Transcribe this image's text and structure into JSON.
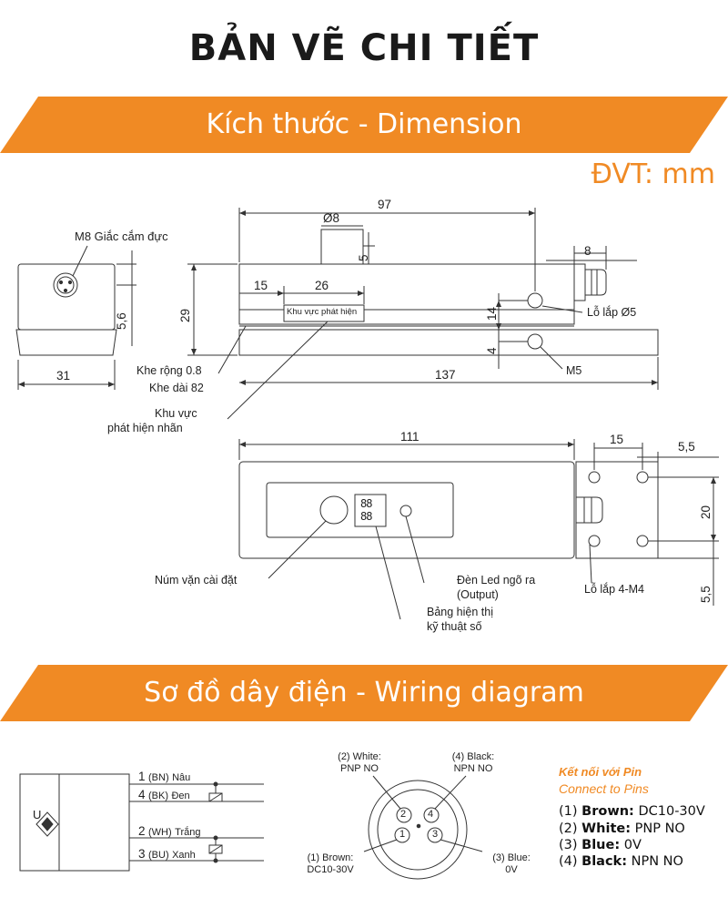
{
  "header": {
    "title": "BẢN VẼ CHI TIẾT"
  },
  "sections": {
    "dimension": "Kích thước - Dimension",
    "wiring": "Sơ đồ dây điện - Wiring diagram"
  },
  "unit_label": "ĐVT: mm",
  "colors": {
    "accent": "#f08a24",
    "line": "#333333"
  },
  "side_view": {
    "connector_label": "M8 Giắc cắm đực",
    "dim_width": "31",
    "dim_height": "5,6"
  },
  "front_view": {
    "dim_97": "97",
    "dim_d8": "Ø8",
    "dim_5": "5",
    "dim_8": "8",
    "dim_29": "29",
    "dim_15": "15",
    "dim_26": "26",
    "dim_14": "14",
    "dim_4": "4",
    "dim_137": "137",
    "detect_box": "Khu vực phát hiện",
    "hole_d5": "Lỗ lắp Ø5",
    "hole_m5": "M5",
    "slot_width": "Khe rộng 0.8",
    "slot_length": "Khe dài 82",
    "label_zone_1": "Khu vực",
    "label_zone_2": "phát hiện nhãn"
  },
  "top_view": {
    "dim_111": "111",
    "dim_15": "15",
    "dim_5_5_top": "5,5",
    "dim_20": "20",
    "dim_5_5_side": "5,5",
    "knob": "Núm vặn cài đặt",
    "led_1": "Đèn Led ngõ ra",
    "led_2": "(Output)",
    "display_1": "Bảng hiện thị",
    "display_2": "kỹ thuật số",
    "holes": "Lỗ lắp 4-M4"
  },
  "wiring": {
    "sensor_symbol": "U",
    "wires": [
      {
        "num": "1",
        "code": "(BN)",
        "name": "Nâu"
      },
      {
        "num": "4",
        "code": "(BK)",
        "name": "Đen"
      },
      {
        "num": "2",
        "code": "(WH)",
        "name": "Trắng"
      },
      {
        "num": "3",
        "code": "(BU)",
        "name": "Xanh"
      }
    ]
  },
  "pins": {
    "p2_1": "(2) White:",
    "p2_2": "PNP NO",
    "p4_1": "(4) Black:",
    "p4_2": "NPN NO",
    "p1_1": "(1) Brown:",
    "p1_2": "DC10-30V",
    "p3_1": "(3) Blue:",
    "p3_2": "0V",
    "pin1": "1",
    "pin2": "2",
    "pin3": "3",
    "pin4": "4"
  },
  "connection": {
    "title": "Kết nối với Pin",
    "subtitle": "Connect to Pins",
    "rows": [
      {
        "num": "(1)",
        "color": "Brown:",
        "value": "DC10-30V"
      },
      {
        "num": "(2)",
        "color": "White:",
        "value": "PNP NO"
      },
      {
        "num": "(3)",
        "color": "Blue:",
        "value": "0V"
      },
      {
        "num": "(4)",
        "color": "Black:",
        "value": "NPN NO"
      }
    ]
  }
}
